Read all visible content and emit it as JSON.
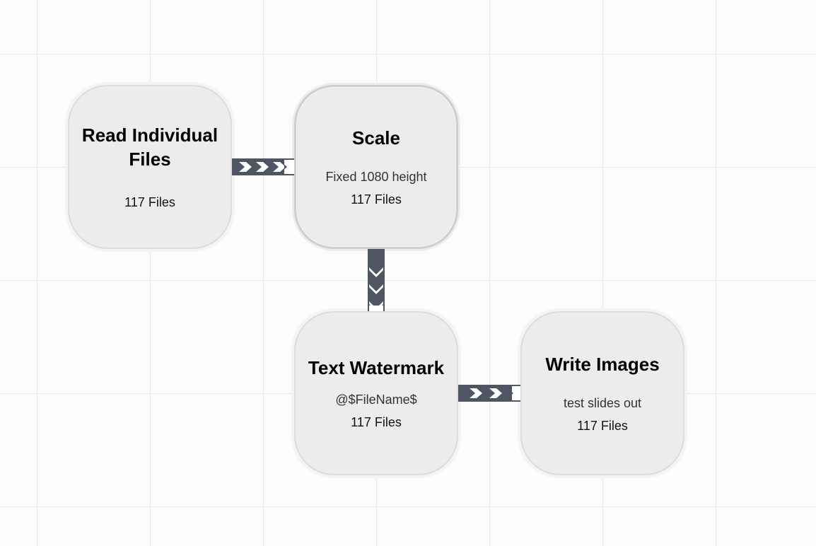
{
  "nodes": {
    "read": {
      "title": "Read Individual Files",
      "count": "117 Files"
    },
    "scale": {
      "title": "Scale",
      "detail": "Fixed 1080 height",
      "count": "117 Files"
    },
    "watermark": {
      "title": "Text Watermark",
      "detail": "@$FileName$",
      "count": "117 Files"
    },
    "write": {
      "title": "Write Images",
      "detail": "test slides out",
      "count": "117 Files"
    }
  },
  "colors": {
    "canvas": "#fcfcfc",
    "grid": "#e8e8e8",
    "node_fill": "#ececec",
    "node_border": "#dcdcdc",
    "connector": "#4f5563",
    "chevron": "#ffffff"
  },
  "icons": {
    "connector": "chevron-arrow-icon"
  }
}
